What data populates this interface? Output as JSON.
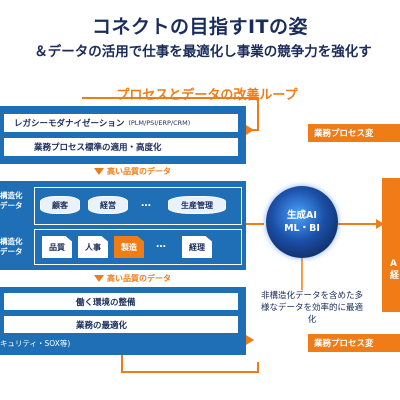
{
  "header": {
    "title": "コネクトの目指すITの姿",
    "subtitle": "＆データの活用で仕事を最適化し事業の競争力を強化す",
    "loop_heading": "プロセスとデータの改善ループ"
  },
  "top_panel": {
    "legacy": "レガシーモダナイゼーション",
    "legacy_systems": "(PLM/PSI/ERP/CRM)",
    "process": "業務プロセス標準の適用・高度化"
  },
  "quality_label": "高い品質のデータ",
  "mid_panel": {
    "structured_label": "構造化\nデータ",
    "structured_items": [
      "顧客",
      "経営",
      "…",
      "生産管理"
    ],
    "unstructured_label": "構造化\nデータ",
    "unstructured_items": [
      "品質",
      "人事",
      "製造",
      "…",
      "経理"
    ],
    "highlight_item": "製造"
  },
  "bottom_panel": {
    "work_env": "働く環境の整備",
    "optimize": "業務の最適化",
    "security": "キュリティ・SOX等)"
  },
  "right_labels": {
    "top": "業務プロセス変",
    "bottom": "業務プロセス変"
  },
  "ai": {
    "line1": "生成AI",
    "line2": "ML・BI"
  },
  "note": "非構造化データを含めた多様なデータを効率的に最適化",
  "far_right": {
    "line1": "A",
    "line2": "経"
  },
  "colors": {
    "navy": "#1a2c5b",
    "panel_blue": "#1f6fb6",
    "orange": "#f07c18"
  }
}
